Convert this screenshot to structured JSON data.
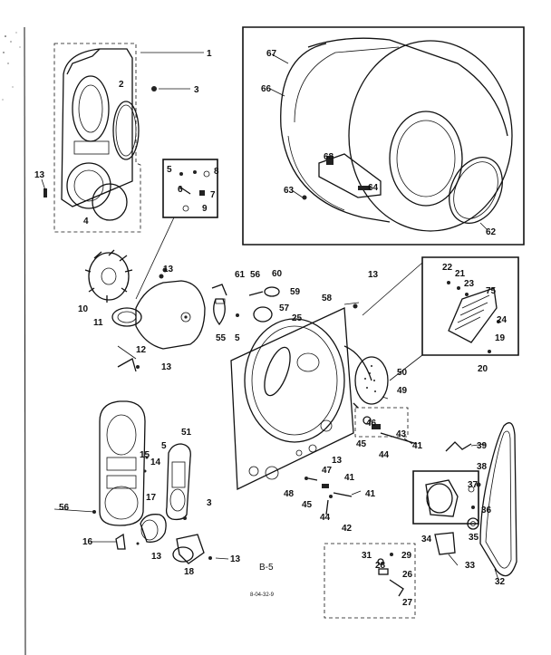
{
  "figure_code": "B-5",
  "drawing_ref": "8-04-32-9",
  "callouts": [
    "1",
    "2",
    "3",
    "13",
    "4",
    "5",
    "6",
    "8",
    "7",
    "9",
    "67",
    "66",
    "68",
    "63",
    "62",
    "64",
    "13",
    "10",
    "11",
    "12",
    "13",
    "61",
    "56",
    "60",
    "59",
    "57",
    "55",
    "5",
    "25",
    "58",
    "13",
    "22",
    "21",
    "23",
    "75",
    "24",
    "19",
    "20",
    "50",
    "49",
    "43",
    "41",
    "44",
    "45",
    "46",
    "39",
    "14",
    "15",
    "5",
    "51",
    "56",
    "17",
    "3",
    "16",
    "13",
    "18",
    "13",
    "47",
    "41",
    "45",
    "48",
    "44",
    "42",
    "41",
    "13",
    "38",
    "37",
    "36",
    "34",
    "35",
    "33",
    "32",
    "31",
    "29",
    "28",
    "26",
    "27"
  ]
}
